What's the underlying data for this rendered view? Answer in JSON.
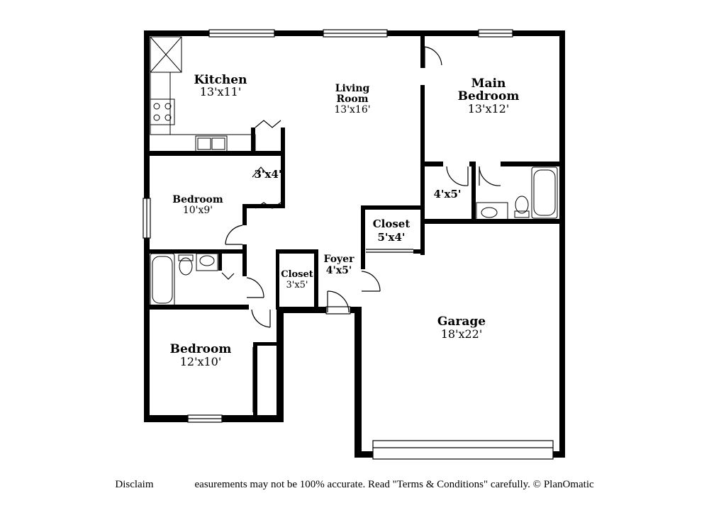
{
  "rooms": {
    "kitchen": {
      "name": "Kitchen",
      "dims": "13'x11'"
    },
    "living_room": {
      "name_line1": "Living",
      "name_line2": "Room",
      "dims": "13'x16'"
    },
    "main_bedroom": {
      "name_line1": "Main",
      "name_line2": "Bedroom",
      "dims": "13'x12'"
    },
    "pantry": {
      "dims": "3'x4'"
    },
    "bedroom_2": {
      "name": "Bedroom",
      "dims": "10'x9'"
    },
    "walk_in": {
      "dims": "4'x5'"
    },
    "closet_large": {
      "name": "Closet",
      "dims": "5'x4'"
    },
    "foyer": {
      "name": "Foyer",
      "dims": "4'x5'"
    },
    "closet_small": {
      "name": "Closet",
      "dims": "3'x5'"
    },
    "garage": {
      "name": "Garage",
      "dims": "18'x22'"
    },
    "bedroom_3": {
      "name": "Bedroom",
      "dims": "12'x10'"
    }
  },
  "disclaimer": {
    "lead": "Disclaim",
    "text": "easurements may not be 100% accurate. Read \"Terms & Conditions\" carefully. © PlanOmatic"
  }
}
